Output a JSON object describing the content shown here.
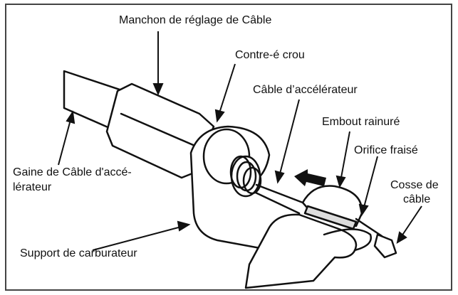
{
  "labels": {
    "sleeve": "Manchon de réglage de Câble",
    "locknut": "Contre-é crou",
    "throttle_cable": "Câble d’accélérateur",
    "grooved_tip": "Embout rainuré",
    "countersunk_hole": "Orifice fraisé",
    "cable_end_line1": "Cosse de",
    "cable_end_line2": "câble",
    "sheath_line1": "Gaine de  Câble d'accé-",
    "sheath_line2": "lérateur",
    "bracket": "Support de carburateur"
  },
  "colors": {
    "ink": "#111111",
    "frame": "#444444",
    "background": "#ffffff"
  }
}
